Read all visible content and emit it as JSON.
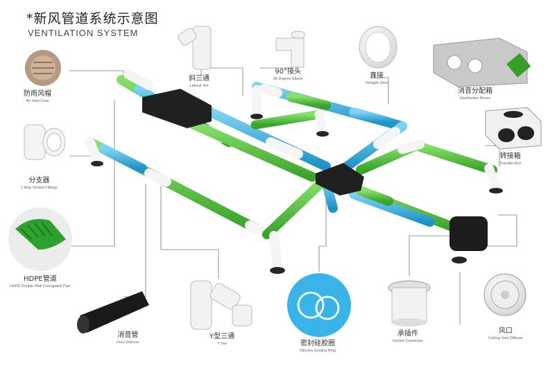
{
  "title_cn": "*新风管道系统示意图",
  "title_en": "VENTILATION SYSTEM",
  "colors": {
    "green": "#5ccb3f",
    "blue": "#3fb6e6",
    "white_fitting": "#f4f4f4",
    "black_box": "#1e1e1e"
  },
  "components": [
    {
      "id": "air-vent-cowl",
      "cn": "防雨风帽",
      "en": "Air Vent Cowl",
      "icon": "vent-cowl-icon"
    },
    {
      "id": "lateral-tee",
      "cn": "斜三通",
      "en": "Lateral Tee",
      "icon": "lateral-tee-icon"
    },
    {
      "id": "elbow-90",
      "cn": "90°接头",
      "en": "90 Degree Elbow",
      "icon": "elbow-icon"
    },
    {
      "id": "straight-joint",
      "cn": "直接",
      "en": "Straight Joint",
      "icon": "straight-joint-icon"
    },
    {
      "id": "distribution-boxes",
      "cn": "消音分配箱",
      "en": "Distribution Boxes",
      "icon": "distribution-box-icon"
    },
    {
      "id": "transfer-box",
      "cn": "转接箱",
      "en": "Transfer Box",
      "icon": "transfer-box-icon"
    },
    {
      "id": "two-way-socket",
      "cn": "分支器",
      "en": "2 Way Socket Fittings",
      "icon": "socket-fitting-icon"
    },
    {
      "id": "hdpe-pipe",
      "cn": "HDPE管道",
      "en": "HDPE Double Wall Corrugated Pipe",
      "icon": "corrugated-pipe-icon"
    },
    {
      "id": "duct-silencer",
      "cn": "消音管",
      "en": "Duct Silencer",
      "icon": "duct-silencer-icon"
    },
    {
      "id": "y-tee",
      "cn": "Y型三通",
      "en": "Y Tee",
      "icon": "y-tee-icon"
    },
    {
      "id": "silicone-ring",
      "cn": "密封硅胶圈",
      "en": "Silicone Sealing Ring",
      "icon": "sealing-ring-icon"
    },
    {
      "id": "socket-connector",
      "cn": "承插件",
      "en": "Socket Connector",
      "icon": "socket-connector-icon"
    },
    {
      "id": "ceiling-diffuser",
      "cn": "风口",
      "en": "Ceiling Vent Diffuser",
      "icon": "diffuser-icon"
    }
  ]
}
